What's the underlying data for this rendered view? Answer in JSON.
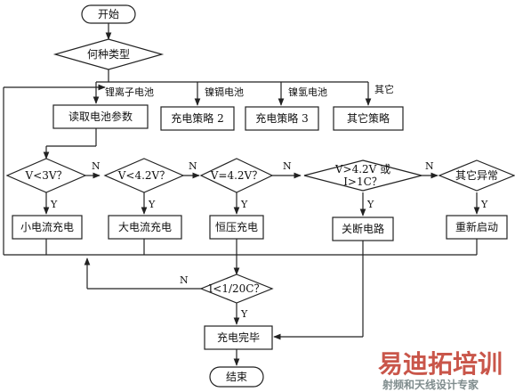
{
  "nodes": {
    "start": "开始",
    "type_q": "何种类型",
    "read_params": "读取电池参数",
    "strategy2": "充电策略 2",
    "strategy3": "充电策略 3",
    "strategy_other": "其它策略",
    "q_v3": "V<3V？",
    "q_v42_lt": "V<4.2V？",
    "q_v42_eq": "V=4.2V？",
    "q_over_l1": "V>4.2V 或",
    "q_over_l2": "I>1C？",
    "q_other_fault": "其它异常",
    "small_current": "小电流充电",
    "large_current": "大电流充电",
    "const_voltage": "恒压充电",
    "cut_circuit": "关断电路",
    "restart": "重新启动",
    "q_current_end": "I<1/20C？",
    "charge_done": "充电完毕",
    "end": "结束"
  },
  "edges": {
    "li_ion": "锂离子电池",
    "nicd": "镍镉电池",
    "nimh": "镍氢电池",
    "other": "其它",
    "yes": "Y",
    "no": "N"
  },
  "watermark": {
    "brand": "易迪拓培训",
    "sub": "射频和天线设计专家",
    "color_red": "#c0392b",
    "color_gray": "#7f8c8d"
  }
}
